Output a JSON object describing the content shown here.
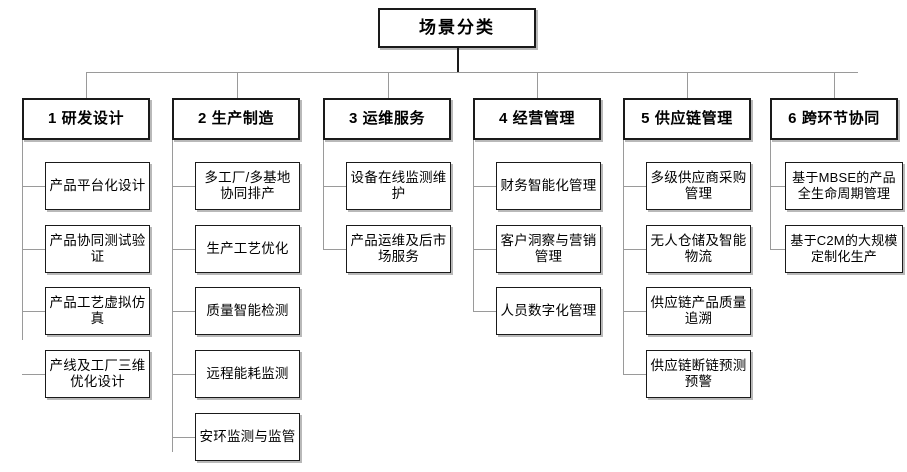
{
  "diagram": {
    "type": "tree",
    "title": "场景分类",
    "root": {
      "label": "场景分类"
    },
    "categories": [
      {
        "id": "cat-1",
        "label": "1 研发设计",
        "number": "1",
        "name": "研发设计",
        "items": [
          "产品平台化设计",
          "产品协同测试验证",
          "产品工艺虚拟仿真",
          "产线及工厂三维优化设计"
        ]
      },
      {
        "id": "cat-2",
        "label": "2 生产制造",
        "number": "2",
        "name": "生产制造",
        "items": [
          "多工厂/多基地协同排产",
          "生产工艺优化",
          "质量智能检测",
          "远程能耗监测",
          "安环监测与监管"
        ]
      },
      {
        "id": "cat-3",
        "label": "3 运维服务",
        "number": "3",
        "name": "运维服务",
        "items": [
          "设备在线监测维护",
          "产品运维及后市场服务"
        ]
      },
      {
        "id": "cat-4",
        "label": "4 经营管理",
        "number": "4",
        "name": "经营管理",
        "items": [
          "财务智能化管理",
          "客户洞察与营销管理",
          "人员数字化管理"
        ]
      },
      {
        "id": "cat-5",
        "label": "5 供应链管理",
        "number": "5",
        "name": "供应链管理",
        "items": [
          "多级供应商采购管理",
          "无人仓储及智能物流",
          "供应链产品质量追溯",
          "供应链断链预测预警"
        ]
      },
      {
        "id": "cat-6",
        "label": "6 跨环节协同",
        "number": "6",
        "name": "跨环节协同",
        "items": [
          "基于MBSE的产品全生命周期管理",
          "基于C2M的大规模定制化生产"
        ]
      }
    ]
  },
  "colors": {
    "box_border": "#1a1a1a",
    "box_fill": "#ffffff",
    "shadow": "#b9b9b9",
    "connector": "#9a9a9a",
    "connector_dark": "#1a1a1a",
    "text": "#000000"
  }
}
